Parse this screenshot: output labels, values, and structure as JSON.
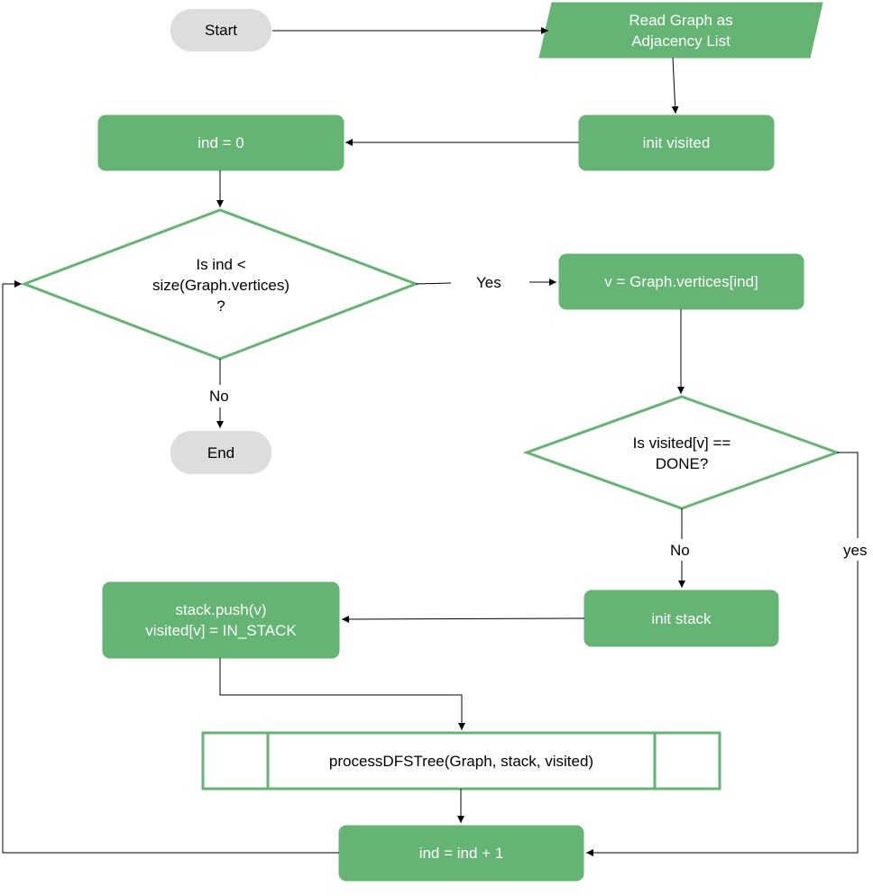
{
  "colors": {
    "process_fill": "#64b474",
    "process_stroke": "#64b474",
    "terminal_fill": "#dddddd",
    "decision_stroke": "#64b474",
    "connector": "#000000"
  },
  "nodes": {
    "start": "Start",
    "read_graph": [
      "Read Graph as",
      "Adjacency List"
    ],
    "init_visited": "init visited",
    "ind_init": "ind = 0",
    "check_ind": [
      "Is ind <",
      "size(Graph.vertices)",
      "?"
    ],
    "assign_v": "v = Graph.vertices[ind]",
    "end": "End",
    "check_visited": [
      "Is visited[v] ==",
      "DONE?"
    ],
    "init_stack": "init stack",
    "push_stack": [
      "stack.push(v)",
      "visited[v] = IN_STACK"
    ],
    "process_dfs": "processDFSTree(Graph, stack, visited)",
    "ind_increment": "ind = ind + 1"
  },
  "edge_labels": {
    "yes_check_ind": "Yes",
    "no_check_ind": "No",
    "no_check_visited": "No",
    "yes_check_visited": "yes"
  }
}
